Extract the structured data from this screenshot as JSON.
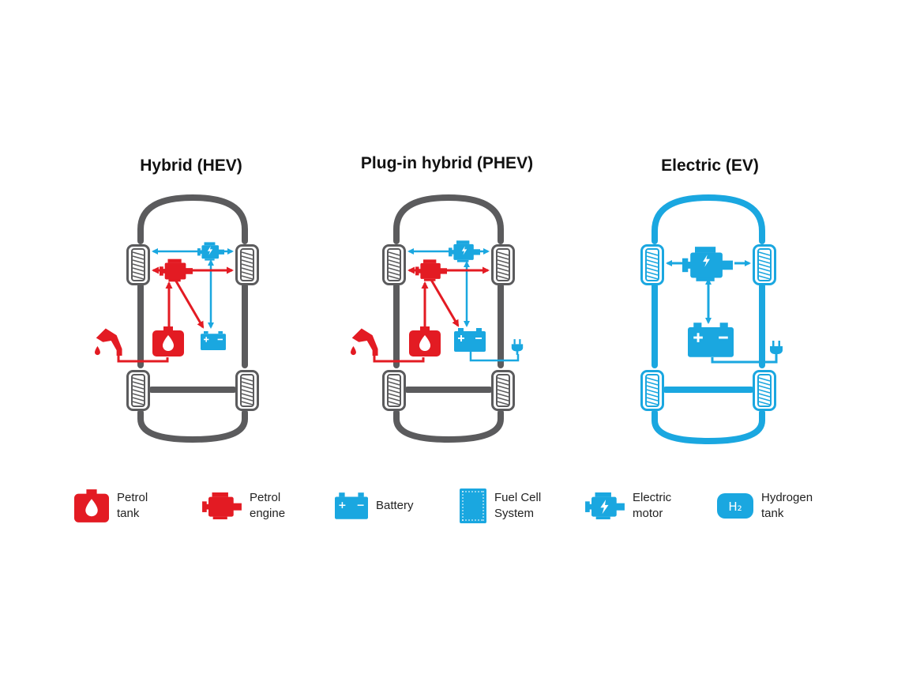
{
  "titles": {
    "hev": "Hybrid (HEV)",
    "phev": "Plug-in hybrid (PHEV)",
    "ev": "Electric (EV)"
  },
  "legend": {
    "petrol_tank": "Petrol\ntank",
    "petrol_engine": "Petrol\nengine",
    "battery": "Battery",
    "fuel_cell": "Fuel Cell\nSystem",
    "electric_motor": "Electric\nmotor",
    "hydrogen_tank": "Hydrogen\ntank",
    "hydrogen_symbol": "H₂"
  },
  "battery_symbols": {
    "plus": "+",
    "minus": "−"
  },
  "colors": {
    "petrol": "#e31b23",
    "electric": "#1aa7e0",
    "chassis": "#5b5b5d",
    "text": "#111111"
  }
}
